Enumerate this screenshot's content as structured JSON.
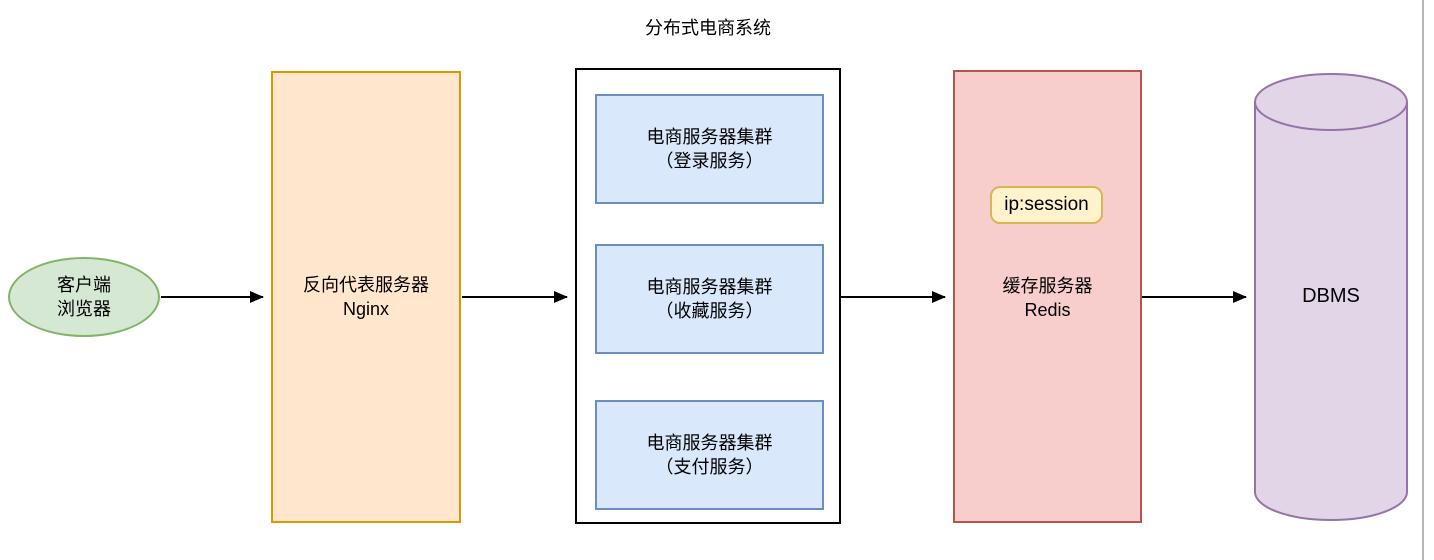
{
  "diagram": {
    "title": "分布式电商系统",
    "client": {
      "line1": "客户端",
      "line2": "浏览器"
    },
    "proxy": {
      "line1": "反向代表服务器",
      "line2": "Nginx"
    },
    "clusters": [
      {
        "line1": "电商服务器集群",
        "line2": "（登录服务）"
      },
      {
        "line1": "电商服务器集群",
        "line2": "（收藏服务）"
      },
      {
        "line1": "电商服务器集群",
        "line2": "（支付服务）"
      }
    ],
    "cache": {
      "badge": "ip:session",
      "line1": "缓存服务器",
      "line2": "Redis"
    },
    "database": {
      "label": "DBMS"
    },
    "colors": {
      "client_fill": "#d5e8d4",
      "client_stroke": "#82b366",
      "proxy_fill": "#ffe6cc",
      "proxy_stroke": "#d79b00",
      "cluster_fill": "#dae8fc",
      "cluster_stroke": "#6c8ebf",
      "cache_fill": "#f8cecc",
      "cache_stroke": "#b85450",
      "badge_fill": "#fff2cc",
      "badge_stroke": "#d6b656",
      "db_fill": "#e1d5e7",
      "db_stroke": "#9673a6",
      "arrow": "#000000",
      "container_stroke": "#000000",
      "page_line": "#b5b5b5"
    }
  }
}
